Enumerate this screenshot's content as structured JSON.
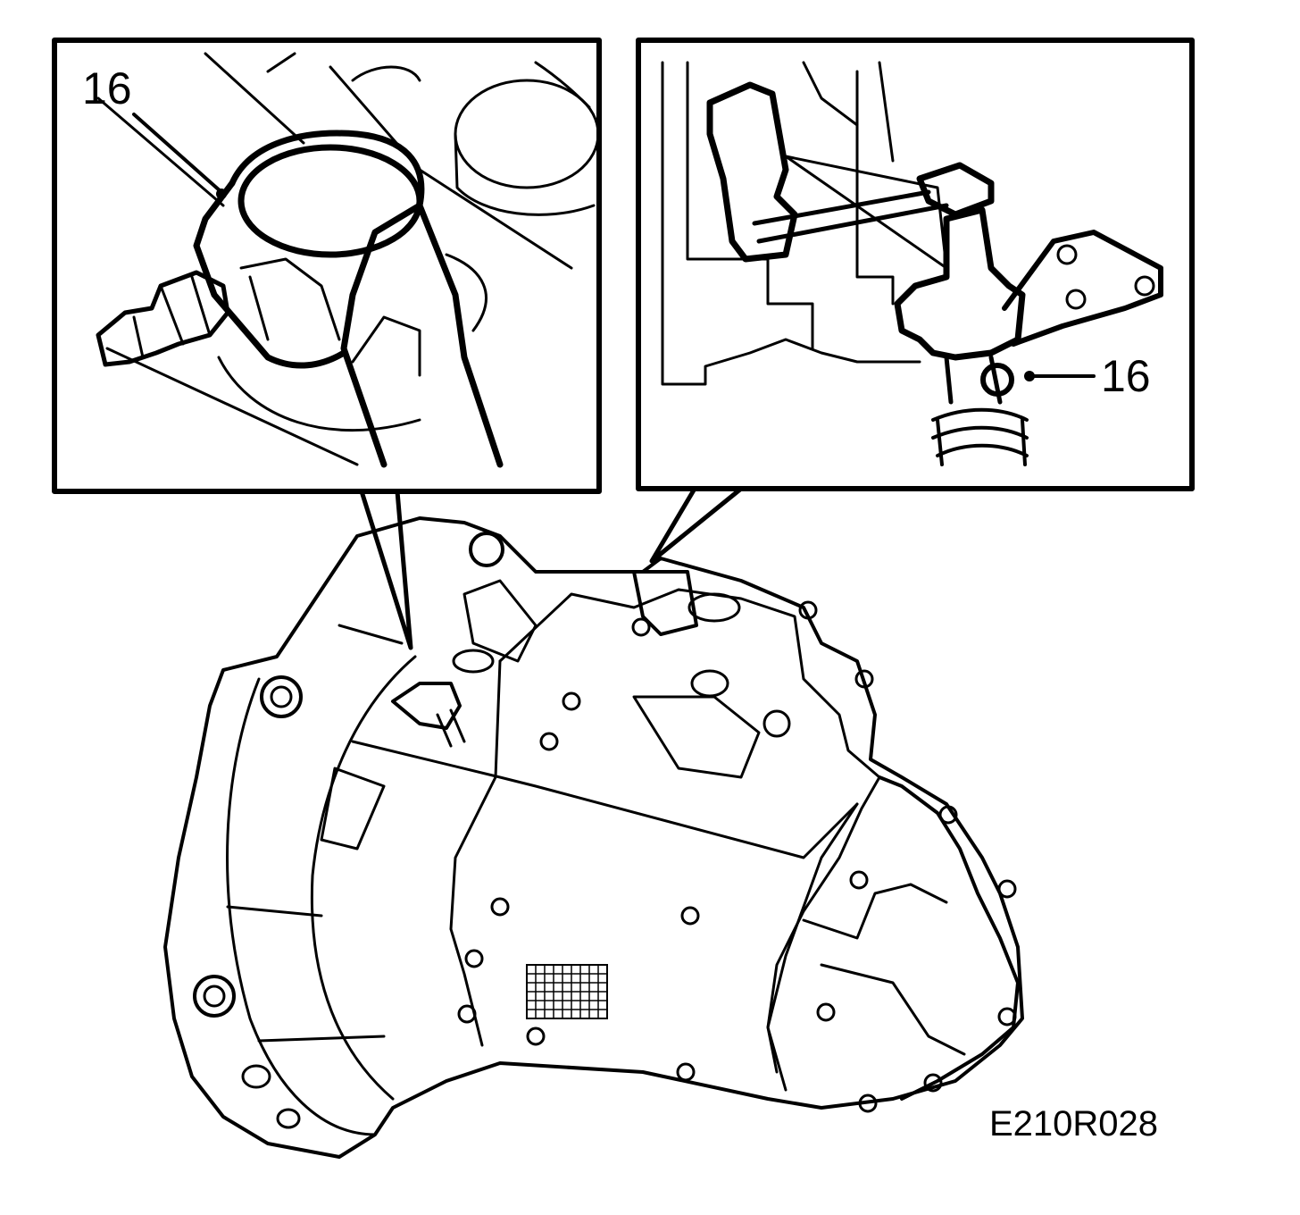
{
  "callouts": {
    "left_inset_label": "16",
    "right_inset_label": "16"
  },
  "reference_code": "E210R028",
  "colors": {
    "line": "#000000",
    "background": "#ffffff"
  }
}
